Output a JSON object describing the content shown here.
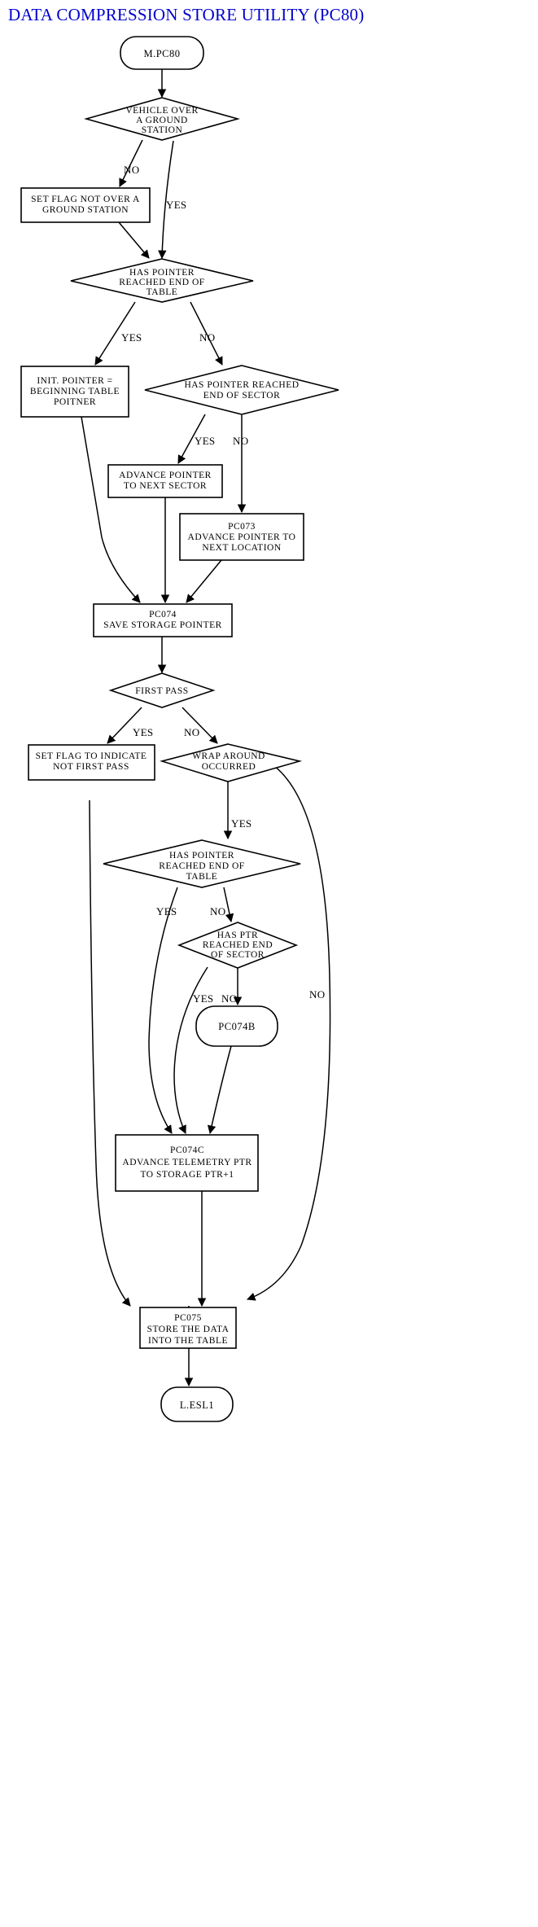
{
  "title": "DATA COMPRESSION STORE UTILITY (PC80)",
  "title_color": "#0000cc",
  "diagram": {
    "type": "flowchart",
    "nodes": {
      "start": {
        "label": "M.PC80",
        "shape": "terminator"
      },
      "d_vehicle": {
        "label_lines": [
          "VEHICLE OVER",
          "A GROUND",
          "STATION"
        ],
        "shape": "decision"
      },
      "p_setflag_notover": {
        "label_lines": [
          "SET FLAG NOT OVER A",
          "GROUND STATION"
        ],
        "shape": "process"
      },
      "d_end_table1": {
        "label_lines": [
          "HAS POINTER",
          "REACHED END OF",
          "TABLE"
        ],
        "shape": "decision"
      },
      "p_init_pointer": {
        "label_lines": [
          "INIT. POINTER =",
          "BEGINNING TABLE",
          "POITNER"
        ],
        "shape": "process"
      },
      "d_end_sector1": {
        "label_lines": [
          "HAS POINTER REACHED",
          "END OF SECTOR"
        ],
        "shape": "decision"
      },
      "p_adv_next_sector": {
        "label_lines": [
          "ADVANCE POINTER",
          "TO NEXT SECTOR"
        ],
        "shape": "process"
      },
      "p_pc073": {
        "label_lines": [
          "PC073",
          "ADVANCE POINTER TO",
          "NEXT LOCATION"
        ],
        "shape": "process"
      },
      "p_pc074": {
        "label_lines": [
          "PC074",
          "SAVE STORAGE POINTER"
        ],
        "shape": "process"
      },
      "d_first_pass": {
        "label_lines": [
          "FIRST PASS"
        ],
        "shape": "decision"
      },
      "p_setflag_notfirst": {
        "label_lines": [
          "SET FLAG TO INDICATE",
          "NOT FIRST PASS"
        ],
        "shape": "process"
      },
      "d_wrap_around": {
        "label_lines": [
          "WRAP AROUND",
          "OCCURRED"
        ],
        "shape": "decision"
      },
      "d_end_table2": {
        "label_lines": [
          "HAS POINTER",
          "REACHED END OF",
          "TABLE"
        ],
        "shape": "decision"
      },
      "d_end_sector2": {
        "label_lines": [
          "HAS PTR",
          "REACHED END",
          "OF SECTOR"
        ],
        "shape": "decision"
      },
      "t_pc074b": {
        "label": "PC074B",
        "shape": "terminator"
      },
      "p_pc074c": {
        "label_lines": [
          "PC074C",
          "ADVANCE TELEMETRY PTR",
          "TO STORAGE PTR+1"
        ],
        "shape": "process"
      },
      "p_pc075": {
        "label_lines": [
          "PC075",
          "STORE THE DATA",
          "INTO THE TABLE"
        ],
        "shape": "process"
      },
      "end": {
        "label": "L.ESL1",
        "shape": "terminator"
      }
    },
    "edge_labels": {
      "vehicle_no": "NO",
      "vehicle_yes": "YES",
      "table1_yes": "YES",
      "table1_no": "NO",
      "sector1_yes": "YES",
      "sector1_no": "NO",
      "firstpass_yes": "YES",
      "firstpass_no": "NO",
      "wrap_yes": "YES",
      "wrap_no": "NO",
      "table2_yes": "YES",
      "table2_no": "NO",
      "sector2_yes": "YES",
      "sector2_no": "NO"
    }
  }
}
